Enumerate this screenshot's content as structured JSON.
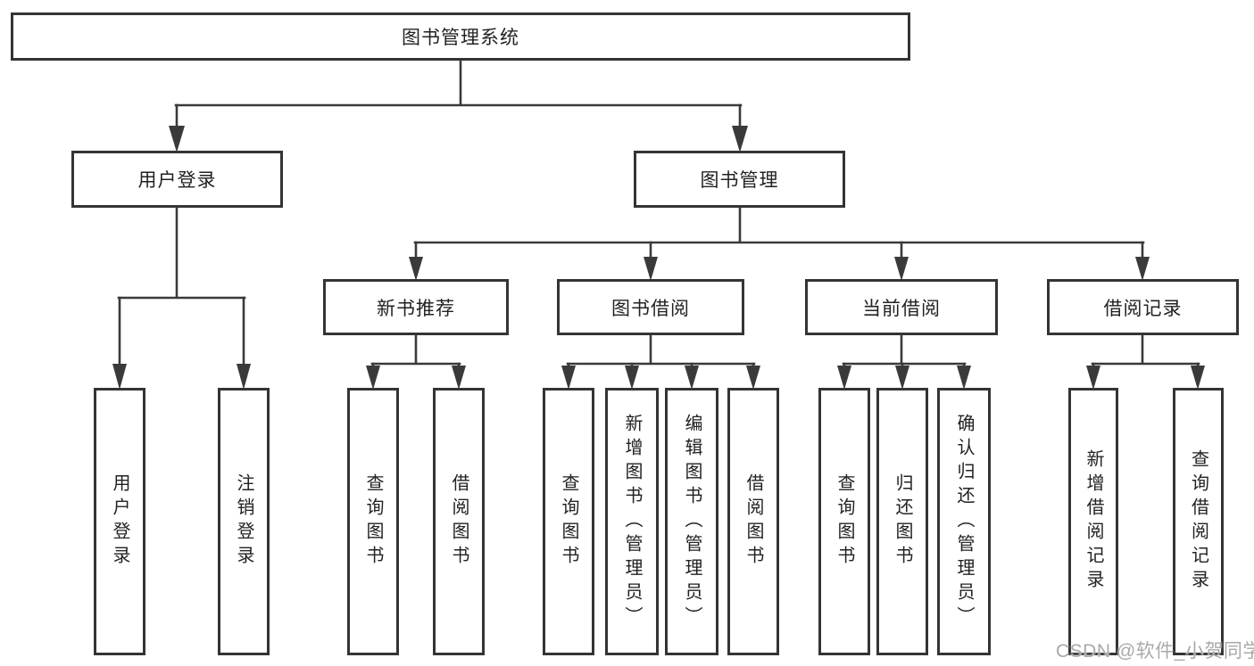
{
  "diagram": {
    "root": {
      "label": "图书管理系统"
    },
    "branches": [
      {
        "label": "用户登录",
        "children": [
          {
            "label": "用户登录"
          },
          {
            "label": "注销登录"
          }
        ]
      },
      {
        "label": "图书管理",
        "children": [
          {
            "label": "新书推荐",
            "children": [
              {
                "label": "查询图书"
              },
              {
                "label": "借阅图书"
              }
            ]
          },
          {
            "label": "图书借阅",
            "children": [
              {
                "label": "查询图书"
              },
              {
                "label": "新增图书（管理员）"
              },
              {
                "label": "编辑图书（管理员）"
              },
              {
                "label": "借阅图书"
              }
            ]
          },
          {
            "label": "当前借阅",
            "children": [
              {
                "label": "查询图书"
              },
              {
                "label": "归还图书"
              },
              {
                "label": "确认归还（管理员）"
              }
            ]
          },
          {
            "label": "借阅记录",
            "children": [
              {
                "label": "新增借阅记录"
              },
              {
                "label": "查询借阅记录"
              }
            ]
          }
        ]
      }
    ],
    "watermark": "CSDN @软件_小贺同学",
    "colors": {
      "line": "#3a3a3a",
      "border": "#343434",
      "text": "#222222",
      "background": "#ffffff",
      "watermark_text": "#a9a9a9"
    }
  }
}
